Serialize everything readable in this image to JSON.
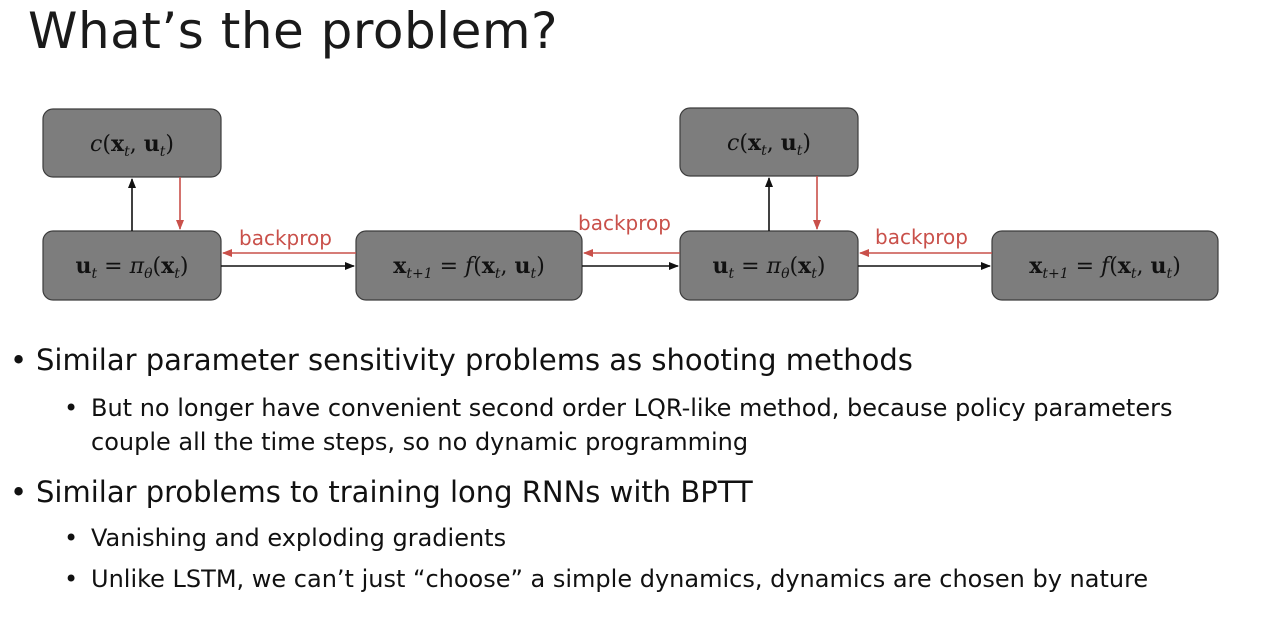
{
  "slide": {
    "title": "What’s the problem?"
  },
  "diagram": {
    "cost_label": "c(x_t, u_t)",
    "policy_label": "u_t = π_θ(x_t)",
    "dynamics_label": "x_{t+1} = f(x_t, u_t)",
    "backprop_label": "backprop",
    "colors": {
      "node_fill": "#7d7d7d",
      "forward_arrow": "#111111",
      "backprop_arrow": "#c9504a"
    }
  },
  "bullets": [
    {
      "text": "Similar parameter sensitivity problems as shooting methods",
      "sub": [
        "But no longer have convenient second order LQR-like method, because policy parameters couple all the time steps, so no dynamic programming"
      ]
    },
    {
      "text": "Similar problems to training long RNNs with BPTT",
      "sub": [
        "Vanishing and exploding gradients",
        "Unlike LSTM, we can’t just “choose” a simple dynamics, dynamics are chosen by nature"
      ]
    }
  ]
}
